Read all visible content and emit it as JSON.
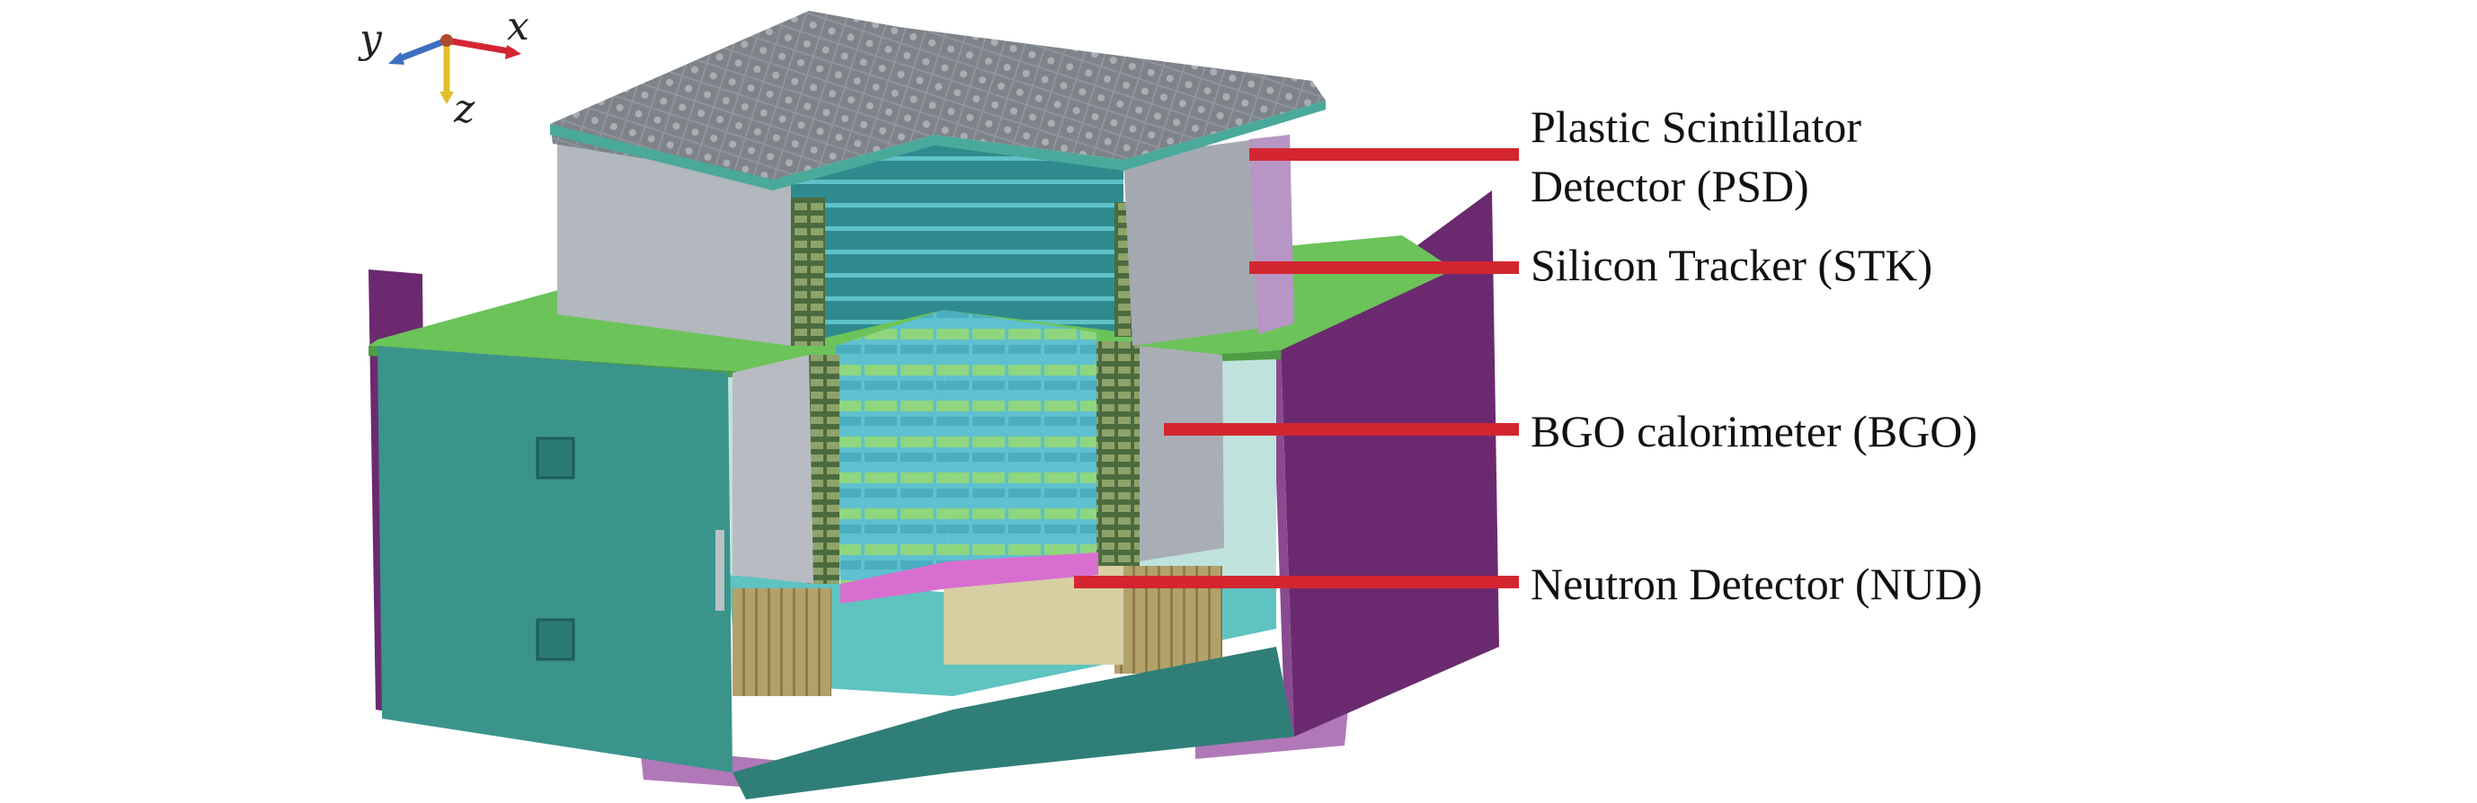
{
  "axes": {
    "x_label": "x",
    "y_label": "y",
    "z_label": "z"
  },
  "callouts": [
    {
      "id": "psd",
      "line1": "Plastic Scintillator",
      "line2": "Detector (PSD)"
    },
    {
      "id": "stk",
      "line1": "Silicon Tracker (STK)"
    },
    {
      "id": "bgo",
      "line1": "BGO calorimeter (BGO)"
    },
    {
      "id": "nud",
      "line1": "Neutron Detector (NUD)"
    }
  ],
  "colors": {
    "purple_panel": "#6b2a70",
    "teal_panel": "#3a948c",
    "green_deck": "#6cc35a",
    "psd_grey": "#9ea3aa",
    "bgo_cyan": "#64c6d6",
    "gold_support": "#b2a26a",
    "leader_red": "#d42630",
    "axis_red": "#d42630",
    "axis_blue": "#3d6fc0",
    "axis_yellow": "#e2bd2a"
  }
}
